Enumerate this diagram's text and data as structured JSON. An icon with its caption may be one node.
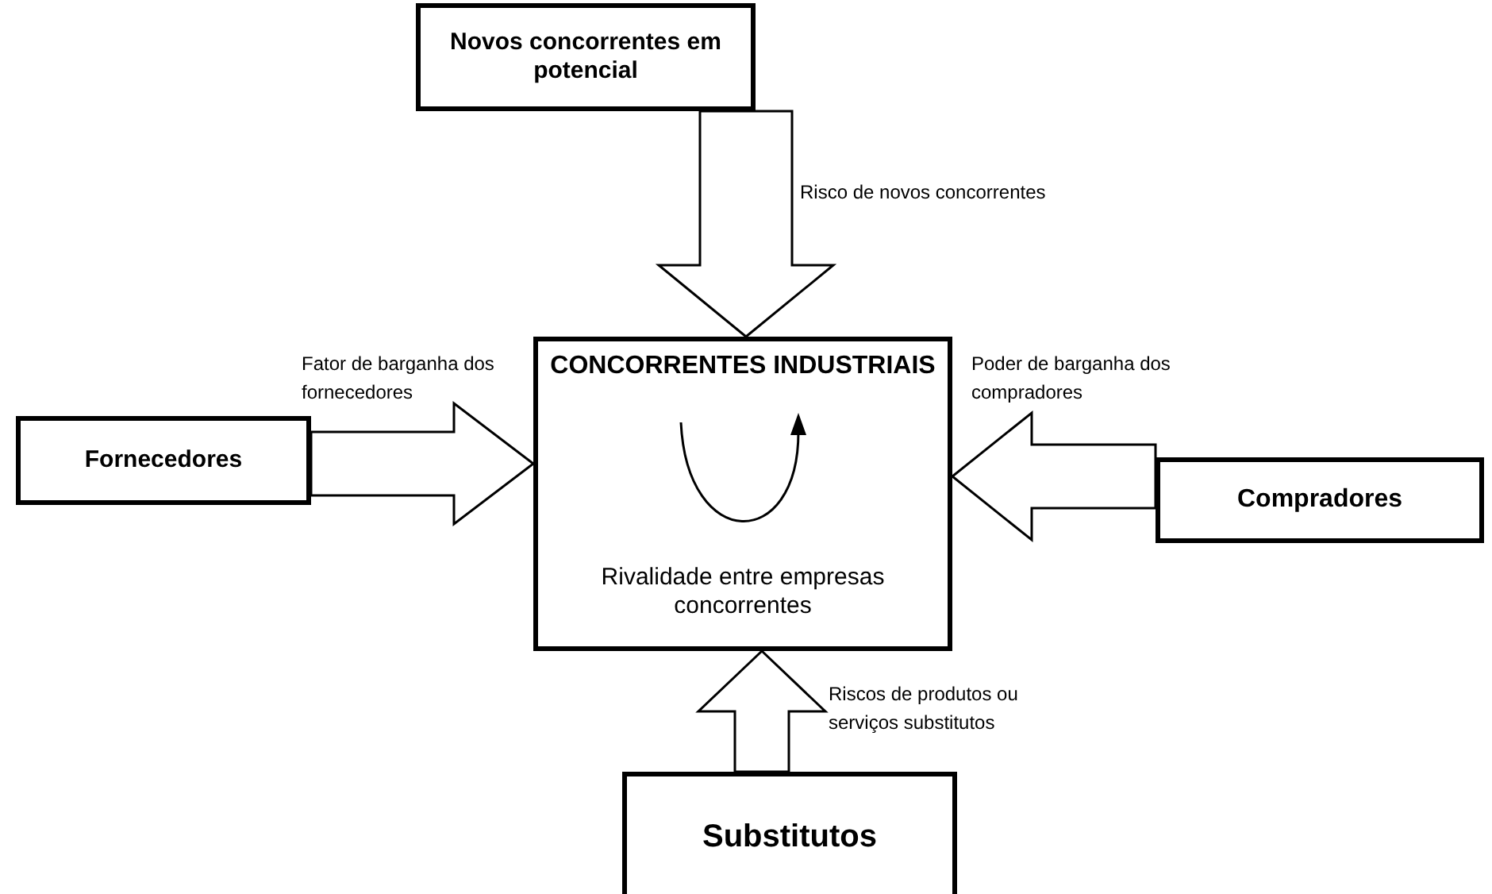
{
  "diagram": {
    "nodes": [
      {
        "text": [
          "Novos concorrentes em potencial"
        ]
      },
      {
        "text": [
          "CONCORRENTES INDUSTRIAIS",
          "Rivalidade entre empresas concorrentes"
        ]
      },
      {
        "text": [
          "Fornecedores"
        ]
      },
      {
        "text": [
          "Compradores"
        ]
      },
      {
        "text": [
          "Substitutos"
        ]
      }
    ],
    "edges": [
      {
        "from": 0,
        "to": 1,
        "arrow": "to",
        "label": "Risco de novos concorrentes"
      },
      {
        "from": 2,
        "to": 1,
        "arrow": "to",
        "label": "Fator de barganha dos fornecedores"
      },
      {
        "from": 3,
        "to": 1,
        "arrow": "to",
        "label": "Poder de barganha dos compradores"
      },
      {
        "from": 4,
        "to": 1,
        "arrow": "to",
        "label": "Riscos de produtos ou serviços substitutos"
      }
    ]
  }
}
